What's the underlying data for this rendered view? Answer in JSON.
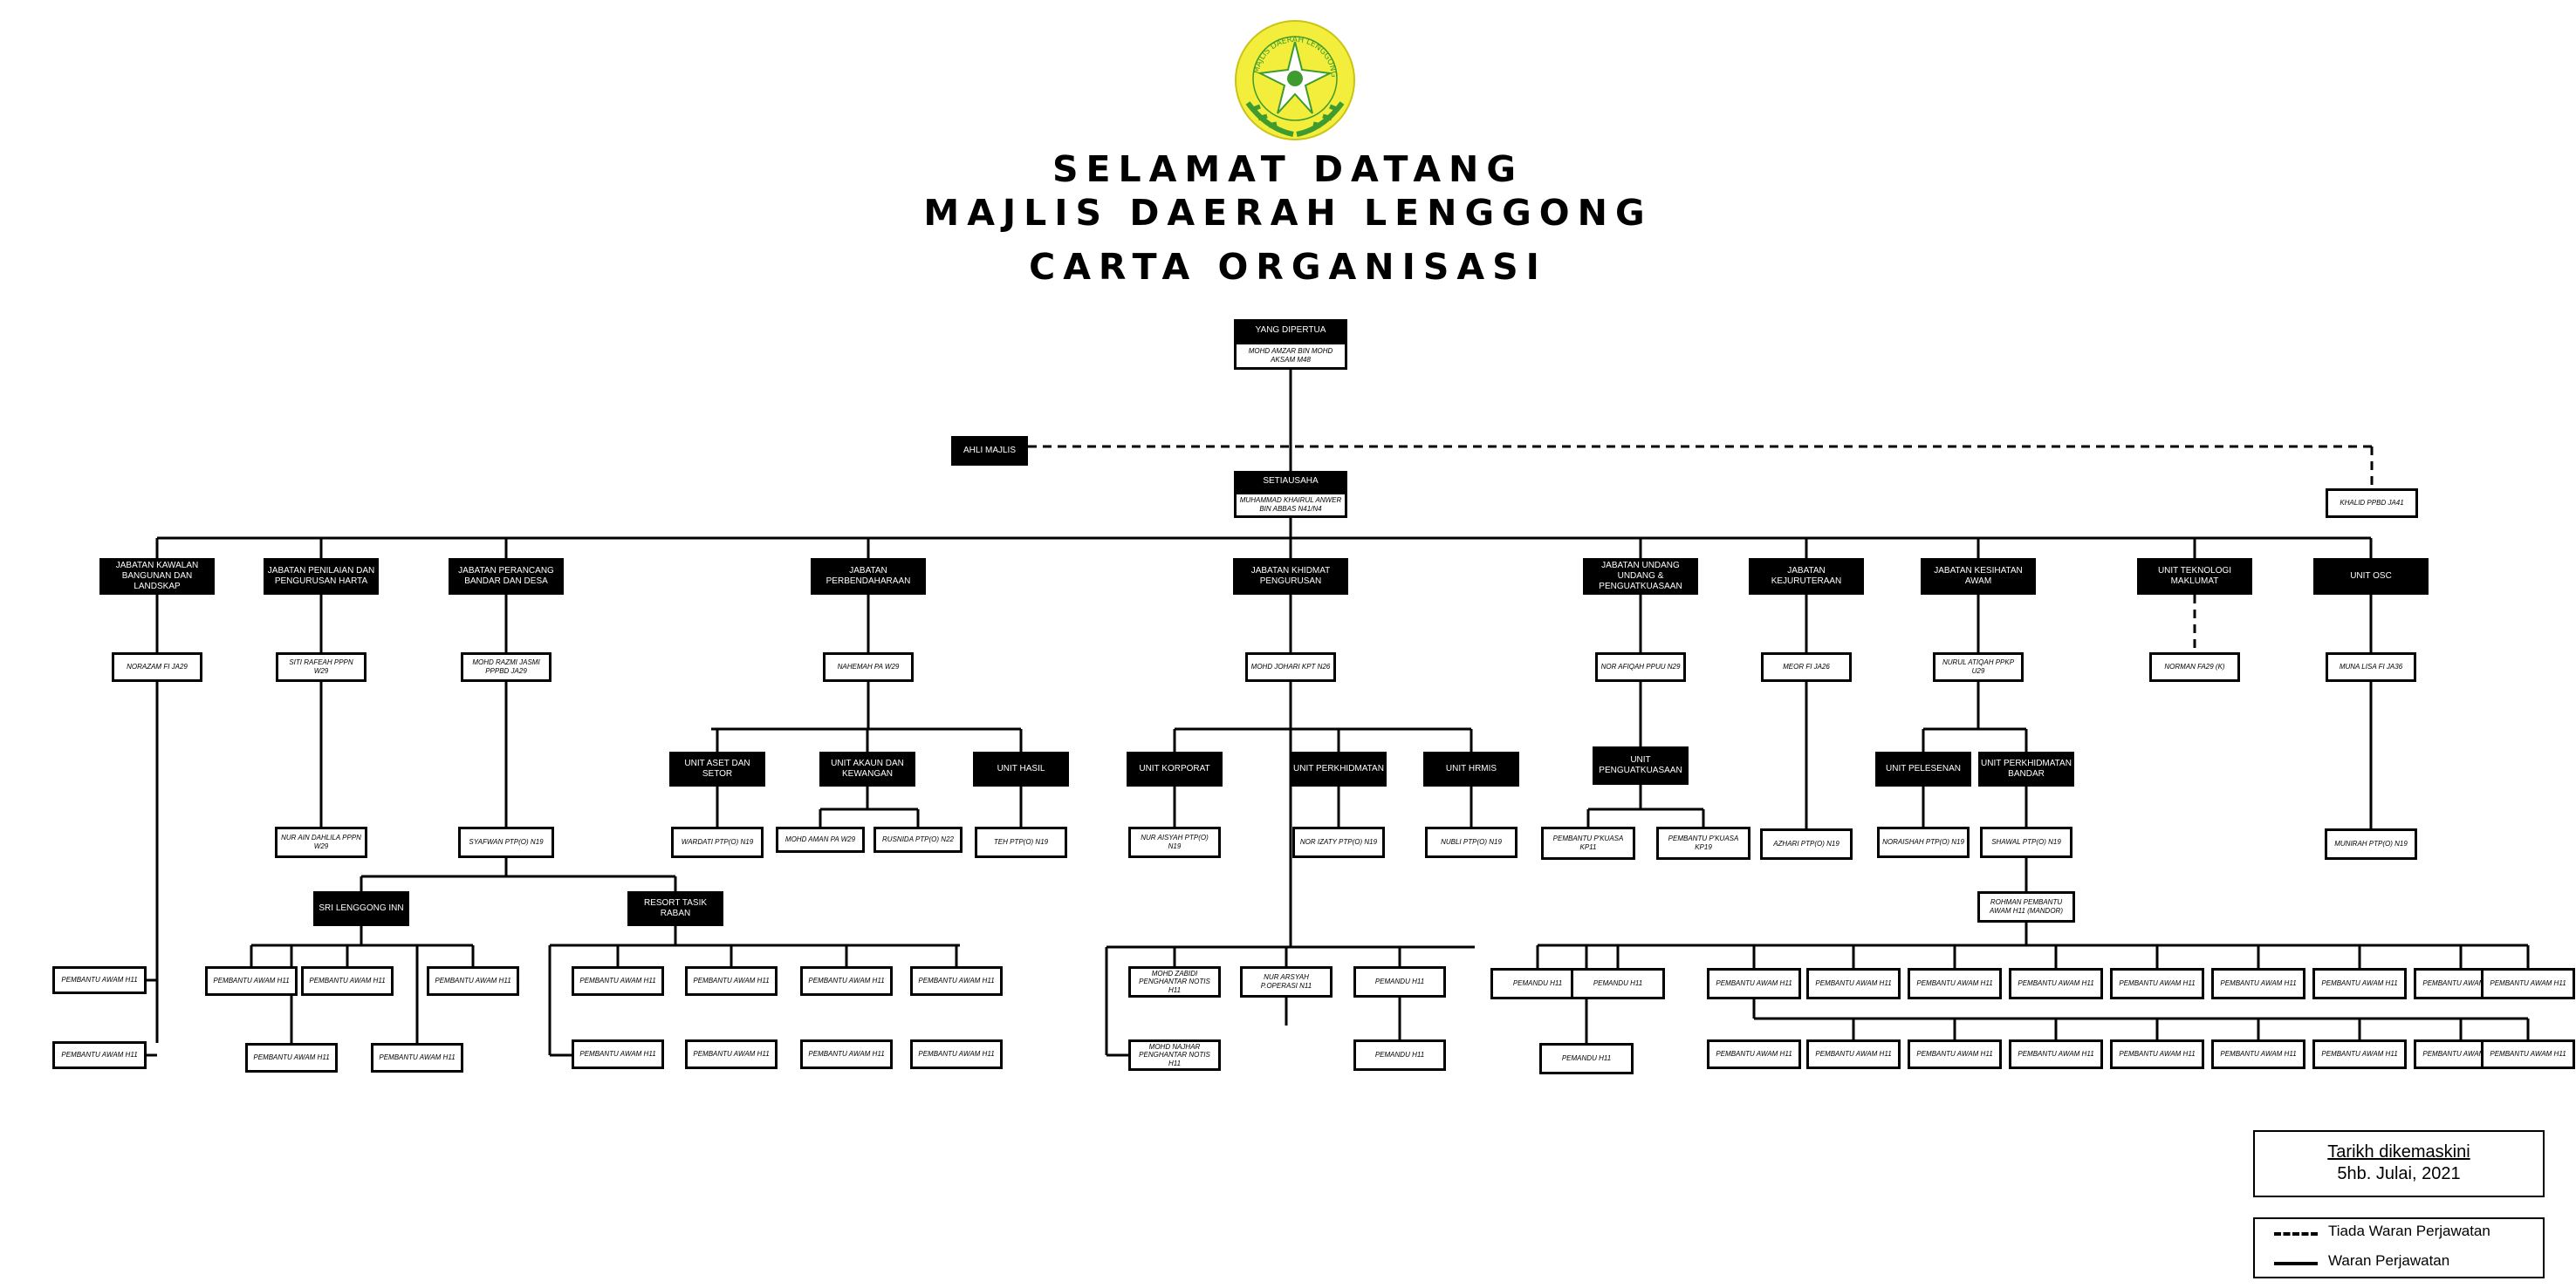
{
  "header": {
    "logo_text": "MAJLIS DAERAH LENGGONG",
    "line1": "SELAMAT DATANG",
    "line2": "MAJLIS DAERAH LENGGONG",
    "line3": "CARTA ORGANISASI"
  },
  "colors": {
    "logo_yellow": "#f2ee3b",
    "logo_green": "#3f9b2e",
    "line": "#000000"
  },
  "org": {
    "top": {
      "title": "YANG DIPERTUA",
      "person": "MOHD AMZAR BIN MOHD AKSAM M48"
    },
    "ahli_majlis": "AHLI MAJLIS",
    "setiausaha": {
      "title": "SETIAUSAHA",
      "person": "MUHAMMAD KHAIRUL ANWER BIN ABBAS N41/N4"
    },
    "khalid": "KHALID PPBD JA41",
    "departments": [
      {
        "title": "JABATAN KAWALAN BANGUNAN DAN LANDSKAP",
        "head": "NORAZAM FI JA29",
        "staff": [
          "PEMBANTU AWAM H11",
          "PEMBANTU AWAM H11"
        ]
      },
      {
        "title": "JABATAN PENILAIAN DAN PENGURUSAN HARTA",
        "head": "SITI RAFEAH PPPn W29",
        "sub": "NUR AIN DAHLILA PPPn W29",
        "staff": [
          "PEMBANTU AWAM H11",
          "PEMBANTU AWAM H11",
          "PEMBANTU AWAM H11",
          "PEMBANTU AWAM H11",
          "PEMBANTU AWAM H11"
        ],
        "unit": "SRI LENGGONG INN"
      },
      {
        "title": "JABATAN PERANCANG BANDAR DAN DESA",
        "head": "MOHD RAZMI JASMI PPPBD JA29",
        "sub": "SYAFWAN PTP(O) N19",
        "unit": "RESORT TASIK RABAN",
        "staff": [
          "PEMBANTU AWAM H11",
          "PEMBANTU AWAM H11",
          "PEMBANTU AWAM H11",
          "PEMBANTU AWAM H11",
          "PEMBANTU AWAM H11",
          "PEMBANTU AWAM H11",
          "PEMBANTU AWAM H11",
          "PEMBANTU AWAM H11"
        ]
      },
      {
        "title": "JABATAN PERBENDAHARAAN",
        "head": "NAHEMAH PA W29",
        "units": [
          {
            "name": "UNIT ASET DAN SETOR",
            "staff": "WARDATI PTP(O) N19"
          },
          {
            "name": "UNIT AKAUN DAN KEWANGAN",
            "staff": "MOHD AMAN PA W29",
            "staff2": "RUSNIDA PTP(O) N22"
          },
          {
            "name": "UNIT HASIL",
            "staff": "TEH PTP(O) N19"
          }
        ]
      },
      {
        "title": "JABATAN KHIDMAT PENGURUSAN",
        "head": "MOHD JOHARI KPT N26",
        "units": [
          {
            "name": "UNIT KORPORAT",
            "staff": "NUR AISYAH PTP(O) N19"
          },
          {
            "name": "UNIT PERKHIDMATAN",
            "staff": "NOR IZATY PTP(O) N19"
          },
          {
            "name": "UNIT HRMIS",
            "staff": "NUBLI PTP(O) N19"
          }
        ],
        "staff": [
          "MOHD ZABIDI PENGHANTAR NOTIS H11",
          "NUR ARSYAH P.OPERASI N11",
          "PEMANDU H11",
          "MOHD NAJHAR PENGHANTAR NOTIS H11",
          "PEMANDU H11"
        ]
      },
      {
        "title": "JABATAN UNDANG UNDANG & PENGUATKUASAAN",
        "head": "NOR AFIQAH PPUU N29",
        "unit": "UNIT PENGUATKUASAAN",
        "staff": [
          "PEMBANTU P'KUASA KP11",
          "PEMBANTU P'KUASA KP19"
        ]
      },
      {
        "title": "JABATAN KEJURUTERAAN",
        "head": "MEOR FI JA26",
        "sub": "AZHARI PTP(O) N19"
      },
      {
        "title": "JABATAN KESIHATAN AWAM",
        "head": "NURUL ATIQAH PPKP U29",
        "units": [
          {
            "name": "UNIT PELESENAN",
            "staff": "NORAISHAH PTP(O) N19"
          },
          {
            "name": "UNIT PERKHIDMATAN BANDAR",
            "staff": "SHAWAL PTP(O) N19"
          }
        ],
        "mandor": "ROHMAN PEMBANTU AWAM H11 (MANDOR)",
        "staff_row1": [
          "PEMANDU H11",
          "PEMANDU H11",
          "PEMBANTU AWAM H11",
          "PEMBANTU AWAM H11",
          "PEMBANTU AWAM H11",
          "PEMBANTU AWAM H11",
          "PEMBANTU AWAM H11",
          "PEMBANTU AWAM H11",
          "PEMBANTU AWAM H11",
          "PEMBANTU AWAM H11",
          "PEMBANTU AWAM H11"
        ],
        "staff_row2": [
          "PEMANDU H11",
          "PEMBANTU AWAM H11",
          "PEMBANTU AWAM H11",
          "PEMBANTU AWAM H11",
          "PEMBANTU AWAM H11",
          "PEMBANTU AWAM H11",
          "PEMBANTU AWAM H11",
          "PEMBANTU AWAM H11",
          "PEMBANTU AWAM H11"
        ]
      },
      {
        "title": "UNIT TEKNOLOGI MAKLUMAT",
        "head": "NORMAN FA29 (K)"
      },
      {
        "title": "UNIT OSC",
        "head": "MUNA LISA FI JA36",
        "sub": "MUNIRAH PTP(O) N19"
      }
    ]
  },
  "updated": {
    "label": "Tarikh dikemaskini",
    "date": "5hb. Julai, 2021"
  },
  "legend": {
    "dashed": "Tiada Waran Perjawatan",
    "solid": "Waran Perjawatan"
  }
}
